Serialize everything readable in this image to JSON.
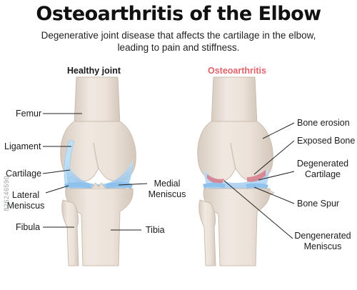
{
  "title": "Osteoarthritis of the Elbow",
  "subtitle": {
    "line1": "Degenerative joint disease that affects the cartilage in the elbow,",
    "line2": "leading to pain and stiffness."
  },
  "healthy": {
    "heading": "Healthy joint",
    "labels": {
      "femur": "Femur",
      "ligament": "Ligament",
      "cartilage": "Cartilage",
      "lateral_meniscus_1": "Lateral",
      "lateral_meniscus_2": "Meniscus",
      "fibula": "Fibula",
      "medial_meniscus_1": "Medial",
      "medial_meniscus_2": "Meniscus",
      "tibia": "Tibia"
    }
  },
  "oa": {
    "heading": "Osteoarthritis",
    "labels": {
      "bone_erosion": "Bone erosion",
      "exposed_bone": "Exposed Bone",
      "degenerated_cartilage_1": "Degenerated",
      "degenerated_cartilage_2": "Cartilage",
      "bone_spur": "Bone Spur",
      "degenerated_meniscus_1": "Dengenerated",
      "degenerated_meniscus_2": "Meniscus"
    }
  },
  "watermark": "826246590",
  "colors": {
    "bone": "#ede4dc",
    "bone_shadow": "#d9cdc2",
    "bone_outline": "#cbbdb0",
    "cartilage": "#a8cff0",
    "ligament": "#bfe0f5",
    "oa_heading": "#e2626a",
    "damage": "#d97a8a"
  }
}
